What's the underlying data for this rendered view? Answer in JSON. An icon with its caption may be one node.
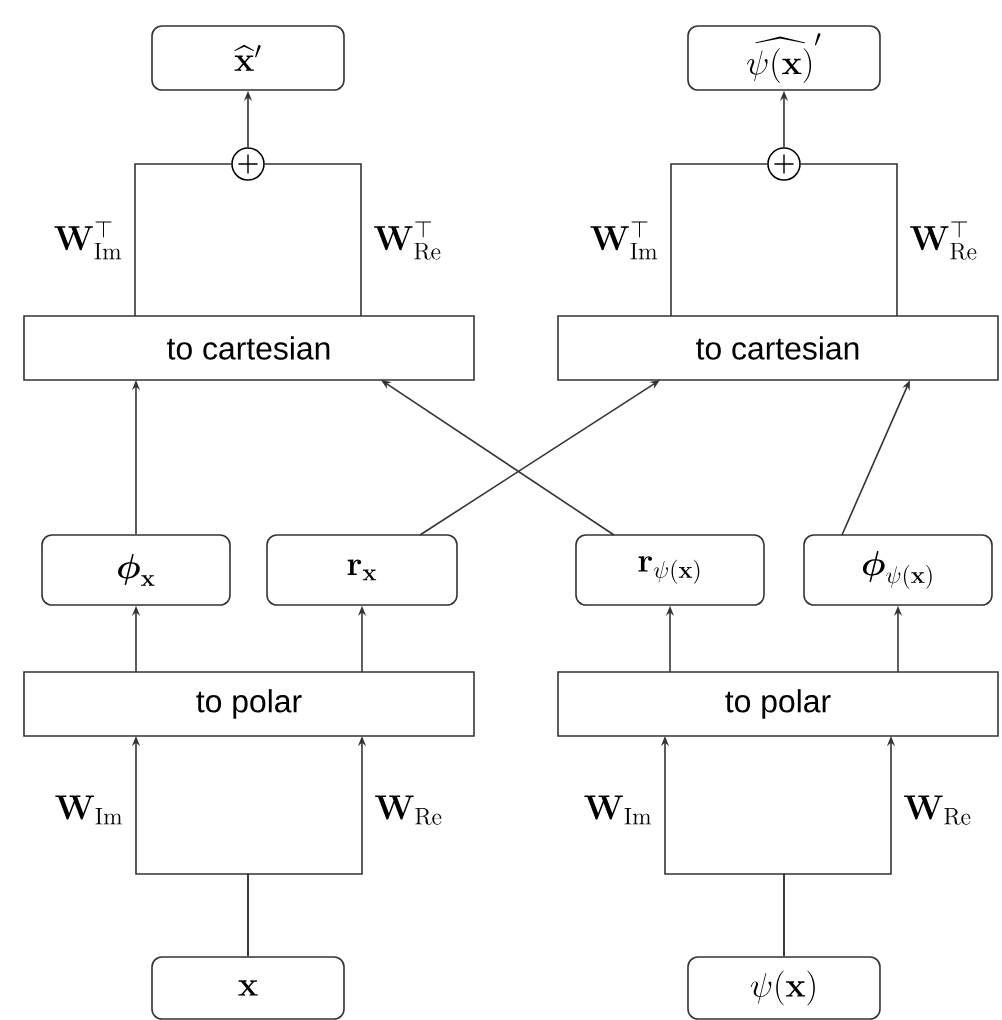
{
  "diagram": {
    "nodes": [
      {
        "text": [
          "\\widehat{\\mathbf{x}}'"
        ]
      },
      {
        "text": [
          "\\widehat{\\psi(\\mathbf{x})}'"
        ]
      },
      {
        "text": [],
        "shape": "circle"
      },
      {
        "text": [],
        "shape": "circle"
      },
      {
        "text": [
          "to cartesian"
        ]
      },
      {
        "text": [
          "to cartesian"
        ]
      },
      {
        "text": [
          "\\boldsymbol{\\phi}_{\\mathbf{x}}"
        ]
      },
      {
        "text": [
          "\\mathbf{r}_{\\mathbf{x}}"
        ]
      },
      {
        "text": [
          "\\mathbf{r}_{\\psi(\\mathbf{x})}"
        ]
      },
      {
        "text": [
          "\\boldsymbol{\\phi}_{\\psi(\\mathbf{x})}"
        ]
      },
      {
        "text": [
          "to polar"
        ]
      },
      {
        "text": [
          "to polar"
        ]
      },
      {
        "text": [
          "\\mathbf{x}"
        ]
      },
      {
        "text": [
          "\\psi(\\mathbf{x})"
        ]
      }
    ],
    "edges": [
      {
        "from": 2,
        "to": 0,
        "arrow": "to"
      },
      {
        "from": 3,
        "to": 1,
        "arrow": "to"
      },
      {
        "from": 4,
        "to": 2,
        "arrow": "none",
        "label": "\\mathbf{W}_{\\mathrm{Im}}^{\\top}"
      },
      {
        "from": 4,
        "to": 2,
        "arrow": "none",
        "label": "\\mathbf{W}_{\\mathrm{Re}}^{\\top}"
      },
      {
        "from": 5,
        "to": 3,
        "arrow": "none",
        "label": "\\mathbf{W}_{\\mathrm{Im}}^{\\top}"
      },
      {
        "from": 5,
        "to": 3,
        "arrow": "none",
        "label": "\\mathbf{W}_{\\mathrm{Re}}^{\\top}"
      },
      {
        "from": 6,
        "to": 4,
        "arrow": "to"
      },
      {
        "from": 7,
        "to": 5,
        "arrow": "to"
      },
      {
        "from": 8,
        "to": 4,
        "arrow": "to"
      },
      {
        "from": 9,
        "to": 5,
        "arrow": "to"
      },
      {
        "from": 10,
        "to": 6,
        "arrow": "to"
      },
      {
        "from": 10,
        "to": 7,
        "arrow": "to"
      },
      {
        "from": 11,
        "to": 8,
        "arrow": "to"
      },
      {
        "from": 11,
        "to": 9,
        "arrow": "to"
      },
      {
        "from": 12,
        "to": 10,
        "arrow": "to",
        "label": "\\mathbf{W}_{\\mathrm{Im}}"
      },
      {
        "from": 12,
        "to": 10,
        "arrow": "to",
        "label": "\\mathbf{W}_{\\mathrm{Re}}"
      },
      {
        "from": 13,
        "to": 11,
        "arrow": "to",
        "label": "\\mathbf{W}_{\\mathrm{Im}}"
      },
      {
        "from": 13,
        "to": 11,
        "arrow": "to",
        "label": "\\mathbf{W}_{\\mathrm{Re}}"
      }
    ]
  }
}
